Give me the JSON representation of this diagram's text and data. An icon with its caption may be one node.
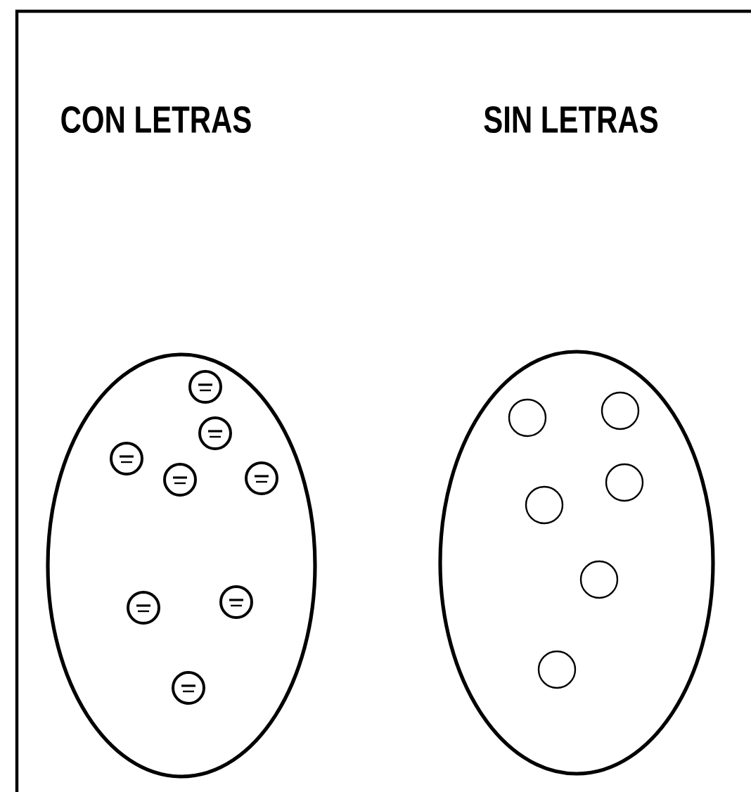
{
  "diagram": {
    "nodes": [
      {
        "text": [],
        "shape": "ellipse"
      },
      {
        "text": [],
        "shape": "circle",
        "in": 0
      },
      {
        "text": [],
        "shape": "circle",
        "in": 0
      },
      {
        "text": [],
        "shape": "circle",
        "in": 0
      },
      {
        "text": [],
        "shape": "circle",
        "in": 0
      },
      {
        "text": [],
        "shape": "circle",
        "in": 0
      },
      {
        "text": [],
        "shape": "circle",
        "in": 0
      },
      {
        "text": [],
        "shape": "circle",
        "in": 0
      },
      {
        "text": [],
        "shape": "circle",
        "in": 0
      },
      {
        "text": [],
        "shape": "ellipse"
      },
      {
        "text": [],
        "shape": "circle",
        "in": 9
      },
      {
        "text": [],
        "shape": "circle",
        "in": 9
      },
      {
        "text": [],
        "shape": "circle",
        "in": 9
      },
      {
        "text": [],
        "shape": "circle",
        "in": 9
      },
      {
        "text": [],
        "shape": "circle",
        "in": 9
      },
      {
        "text": [],
        "shape": "circle",
        "in": 9
      }
    ],
    "labels": [
      "CON LETRAS",
      "SIN LETRAS"
    ]
  }
}
